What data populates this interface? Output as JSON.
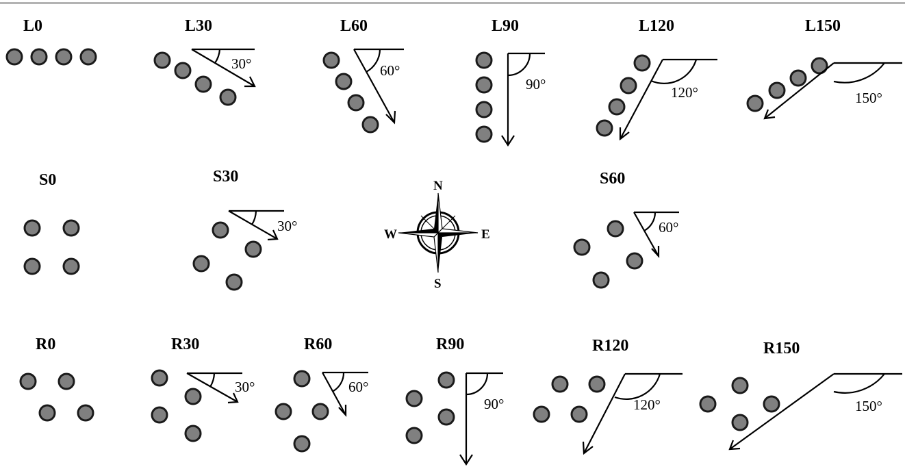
{
  "colors": {
    "dot_fill": "#808080",
    "dot_stroke": "#1a1a1a",
    "line": "#000000",
    "top_rule": "#b3b3b3"
  },
  "formations": [
    {
      "label": "L0",
      "angle_label": ""
    },
    {
      "label": "L30",
      "angle_label": "30°"
    },
    {
      "label": "L60",
      "angle_label": "60°"
    },
    {
      "label": "L90",
      "angle_label": "90°"
    },
    {
      "label": "L120",
      "angle_label": "120°"
    },
    {
      "label": "L150",
      "angle_label": "150°"
    },
    {
      "label": "S0",
      "angle_label": ""
    },
    {
      "label": "S30",
      "angle_label": "30°"
    },
    {
      "label": "S60",
      "angle_label": "60°"
    },
    {
      "label": "R0",
      "angle_label": ""
    },
    {
      "label": "R30",
      "angle_label": "30°"
    },
    {
      "label": "R60",
      "angle_label": "60°"
    },
    {
      "label": "R90",
      "angle_label": "90°"
    },
    {
      "label": "R120",
      "angle_label": "120°"
    },
    {
      "label": "R150",
      "angle_label": "150°"
    }
  ],
  "compass": {
    "north": "N",
    "south": "S",
    "east": "E",
    "west": "W",
    "icon": "compass-rose-icon"
  }
}
